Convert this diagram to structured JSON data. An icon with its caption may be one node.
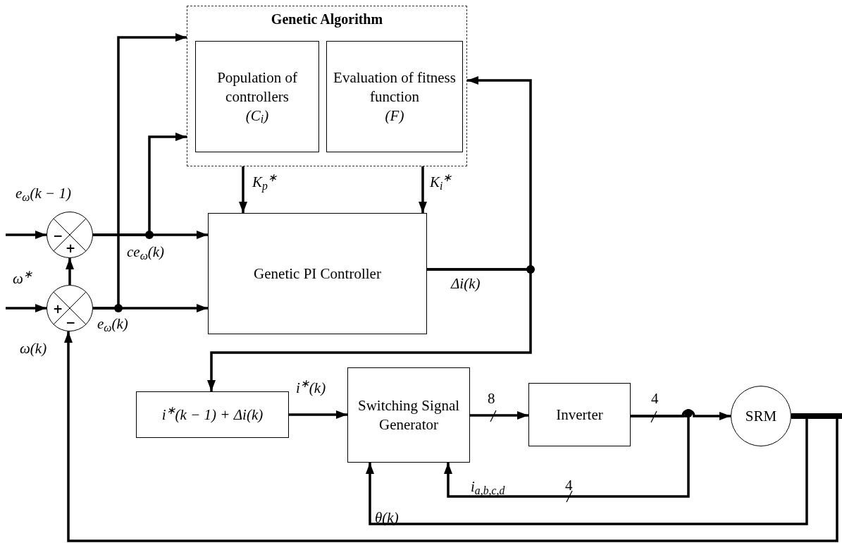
{
  "diagram": {
    "nodes": [
      {
        "text": [
          "Genetic Algorithm"
        ]
      },
      {
        "text": [
          "Population of controllers",
          "(C$_{i}$)"
        ],
        "in": 0
      },
      {
        "text": [
          "Evaluation of fitness function",
          "(F)"
        ],
        "in": 0
      },
      {
        "text": [
          "Genetic PI Controller"
        ]
      },
      {
        "text": [
          "−",
          "+"
        ]
      },
      {
        "text": [
          "+",
          "−"
        ]
      },
      {
        "text": [
          "i$^{∗}$(k − 1) + Δi(k)"
        ]
      },
      {
        "text": [
          "Switching Signal Generator"
        ]
      },
      {
        "text": [
          "Inverter"
        ]
      },
      {
        "text": [
          "SRM"
        ]
      }
    ],
    "edges": [
      {
        "from": null,
        "to": 4,
        "arrow": "to",
        "label": "e$_{ω}$(k − 1)"
      },
      {
        "from": null,
        "to": 5,
        "arrow": "to",
        "label": "ω$^{∗}$"
      },
      {
        "from": 5,
        "to": 4,
        "arrow": "to"
      },
      {
        "from": 4,
        "to": 3,
        "arrow": "to",
        "label": "ce$_{ω}$(k)"
      },
      {
        "from": 4,
        "to": 0,
        "arrow": "to"
      },
      {
        "from": 5,
        "to": 3,
        "arrow": "to",
        "label": "e$_{ω}$(k)"
      },
      {
        "from": 5,
        "to": 0,
        "arrow": "to"
      },
      {
        "from": 0,
        "to": 3,
        "arrow": "to",
        "label": "K$_{p}$$^{∗}$"
      },
      {
        "from": 0,
        "to": 3,
        "arrow": "to",
        "label": "K$_{i}$$^{∗}$"
      },
      {
        "from": 3,
        "to": 0,
        "arrow": "to"
      },
      {
        "from": 3,
        "to": 6,
        "arrow": "to",
        "label": "Δi(k)"
      },
      {
        "from": 6,
        "to": 7,
        "arrow": "to",
        "label": "i$^{∗}$(k)"
      },
      {
        "from": 7,
        "to": 8,
        "arrow": "to",
        "label": "8"
      },
      {
        "from": 8,
        "to": 9,
        "arrow": "to",
        "label": "4"
      },
      {
        "from": 8,
        "to": 7,
        "arrow": "to",
        "label": "i$_{a,b,c,d}$"
      },
      {
        "from": 9,
        "to": 7,
        "arrow": "to",
        "label": "θ(k)"
      },
      {
        "from": 9,
        "to": 5,
        "arrow": "to",
        "label": "ω(k)"
      }
    ],
    "labels": [
      "4"
    ]
  }
}
